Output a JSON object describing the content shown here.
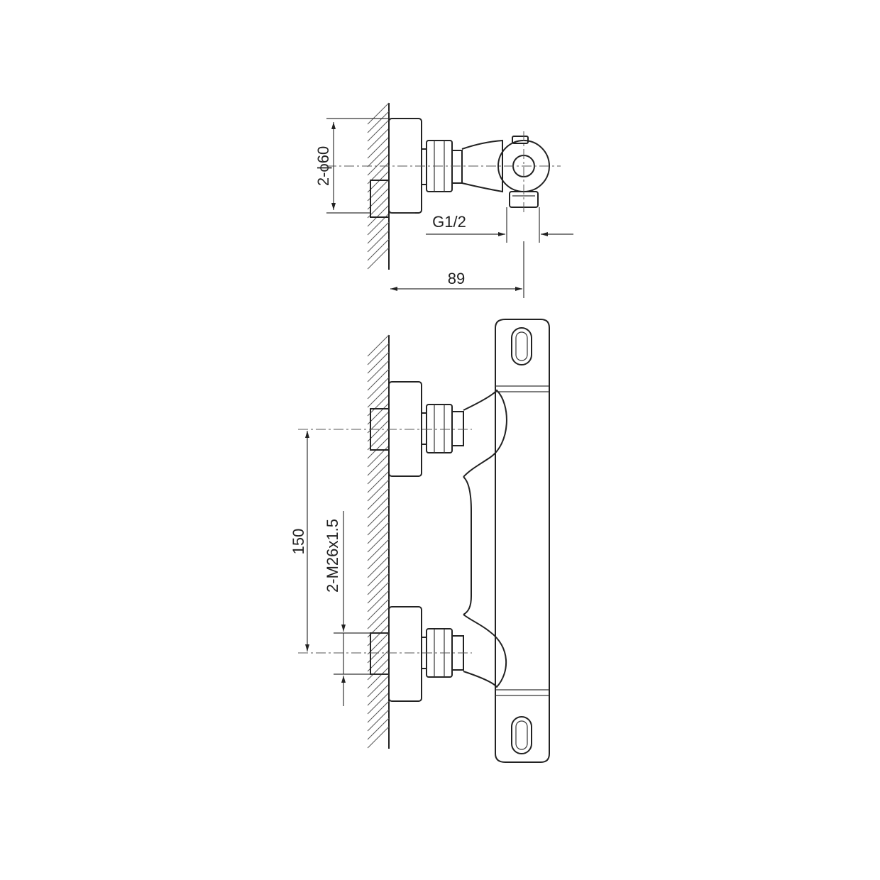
{
  "diagram": {
    "dimensions": {
      "inlet_diameter": "2-ϕ60",
      "outlet_thread": "G1/2",
      "depth": "89",
      "inlet_spacing": "150",
      "inlet_thread": "2-M26x1.5"
    },
    "colors": {
      "line": "#222222",
      "background": "#ffffff"
    }
  }
}
